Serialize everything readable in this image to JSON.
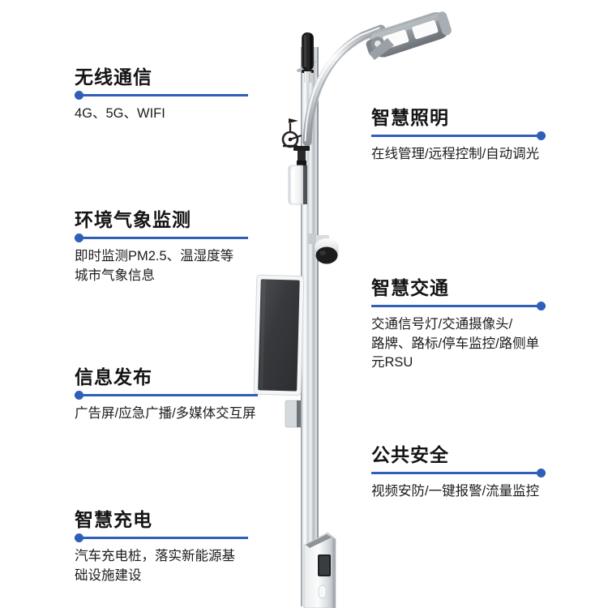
{
  "background_color": "#ffffff",
  "accent_color": "#2f5fb8",
  "left_features": [
    {
      "id": "wireless-communication",
      "title": "无线通信",
      "desc": "4G、5G、WIFI"
    },
    {
      "id": "environment-monitoring",
      "title": "环境气象监测",
      "desc": "即时监测PM2.5、温湿度等\n城市气象信息"
    },
    {
      "id": "information-release",
      "title": "信息发布",
      "desc": "广告屏/应急广播/多媒体交互屏"
    },
    {
      "id": "smart-charging",
      "title": "智慧充电",
      "desc": "汽车充电桩，落实新能源基\n础设施建设"
    }
  ],
  "right_features": [
    {
      "id": "smart-lighting",
      "title": "智慧照明",
      "desc": "在线管理/远程控制/自动调光"
    },
    {
      "id": "smart-traffic",
      "title": "智慧交通",
      "desc": "交通信号灯/交通摄像头/\n路牌、路标/停车监控/路侧单元RSU"
    },
    {
      "id": "public-safety",
      "title": "公共安全",
      "desc": "视频安防/一键报警/流量监控"
    }
  ],
  "illustration": {
    "name": "smart-lamp-pole",
    "components": [
      "antenna-rod",
      "luminaire-head",
      "curved-arm",
      "weather-sensor",
      "white-equipment-box",
      "ptz-dome-camera",
      "led-display-panel",
      "small-control-box",
      "ev-charging-pile",
      "main-pole"
    ],
    "pole_color": "#c8ccd0",
    "antenna_color": "#1a1a1a",
    "screen_color": "#333333"
  }
}
